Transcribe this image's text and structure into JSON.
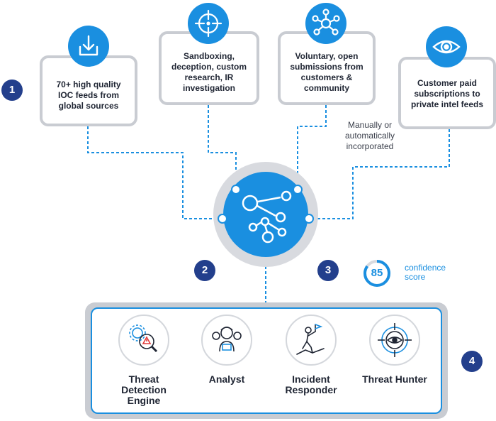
{
  "sources": [
    {
      "text": "70+ high quality IOC feeds from global sources",
      "icon": "download-icon"
    },
    {
      "text": "Sandboxing, deception, custom research, IR investigation",
      "icon": "crosshair-icon"
    },
    {
      "text": "Voluntary, open submissions from customers & community",
      "icon": "network-icon"
    },
    {
      "text": "Customer paid subscriptions to private intel feeds",
      "icon": "eye-icon"
    }
  ],
  "steps": [
    "1",
    "2",
    "3",
    "4"
  ],
  "incorporation_note": "Manually or automatically incorporated",
  "confidence": {
    "value": "85",
    "label": "confidence score"
  },
  "roles": [
    {
      "label": "Threat Detection Engine",
      "icon": "gear-alert-magnifier-icon"
    },
    {
      "label": "Analyst",
      "icon": "analyst-icon"
    },
    {
      "label": "Incident Responder",
      "icon": "climber-flag-icon"
    },
    {
      "label": "Threat Hunter",
      "icon": "target-eye-icon"
    }
  ],
  "colors": {
    "accent": "#1a8fe0",
    "badge": "#233f8c",
    "frame": "#c9ccd2",
    "text": "#1f2533"
  }
}
